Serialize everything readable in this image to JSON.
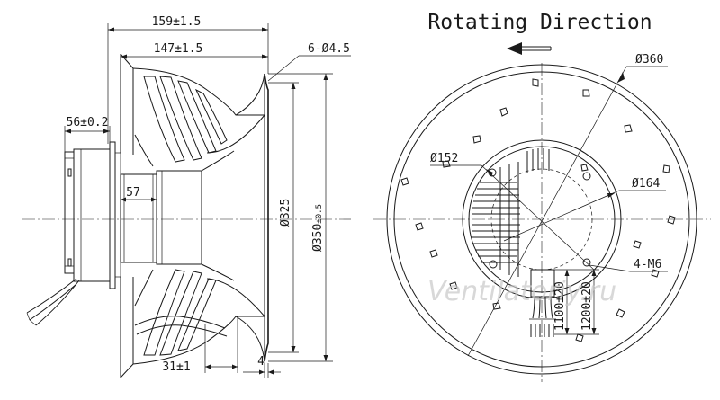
{
  "title": "Rotating Direction",
  "watermark": "Ventilatoriy.ru",
  "side_view": {
    "dim_overall_width": "159±1.5",
    "dim_impeller_width": "147±1.5",
    "dim_motor_width": "56±0.2",
    "dim_hub": "57",
    "dim_inlet_depth": "31±1",
    "dim_flange": "4",
    "dim_holes": "6-Ø4.5",
    "dim_inlet_dia": "Ø325",
    "dim_outer_dia": "Ø350",
    "dim_outer_tol": "±0.5"
  },
  "front_view": {
    "dim_impeller_dia": "Ø360",
    "dim_motor_dia": "Ø152",
    "dim_mount_circle": "Ø164",
    "dim_mount_holes": "4-M6",
    "dim_cable_1": "1100±20",
    "dim_cable_2": "1200±20"
  },
  "colors": {
    "line": "#1a1a1a",
    "watermark": "#c8c8c8",
    "background": "#ffffff"
  }
}
